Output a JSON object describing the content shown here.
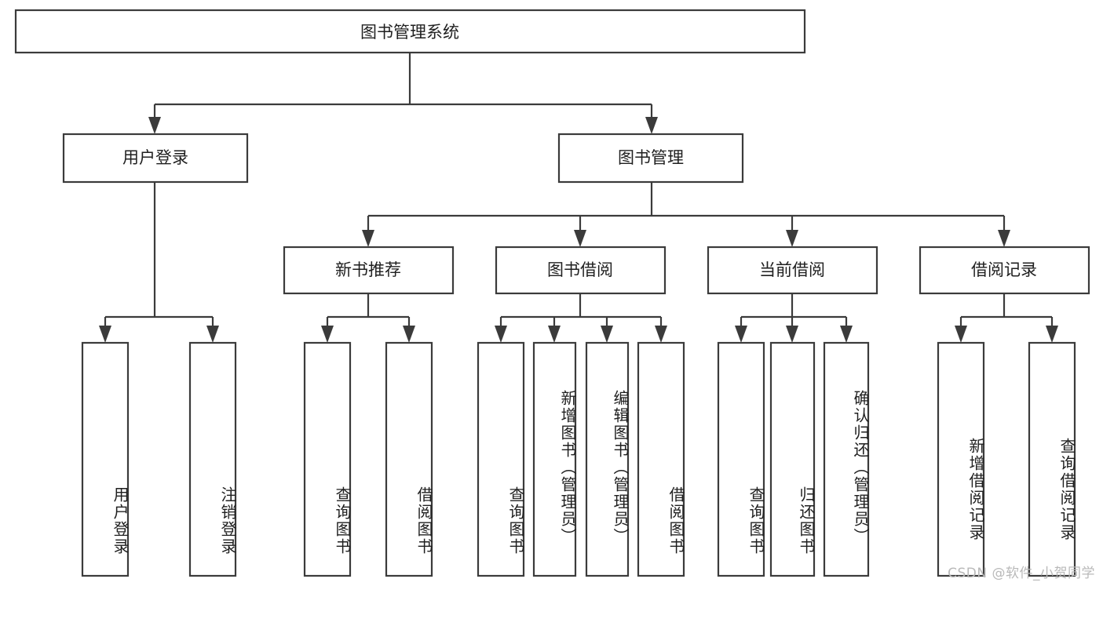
{
  "diagram": {
    "type": "tree-hierarchy",
    "orientation": "top-down",
    "title": "图书管理系统",
    "root": {
      "label": "图书管理系统"
    },
    "level2": [
      {
        "label": "用户登录"
      },
      {
        "label": "图书管理"
      }
    ],
    "level3": [
      {
        "label": "新书推荐"
      },
      {
        "label": "图书借阅"
      },
      {
        "label": "当前借阅"
      },
      {
        "label": "借阅记录"
      }
    ],
    "leaves": {
      "user_login": [
        {
          "label": "用户登录"
        },
        {
          "label": "注销登录"
        }
      ],
      "new_book_recommend": [
        {
          "label": "查询图书"
        },
        {
          "label": "借阅图书"
        }
      ],
      "book_borrow": [
        {
          "label": "查询图书"
        },
        {
          "label": "新增图书（管理员）"
        },
        {
          "label": "编辑图书（管理员）"
        },
        {
          "label": "借阅图书"
        }
      ],
      "current_borrow": [
        {
          "label": "查询图书"
        },
        {
          "label": "归还图书"
        },
        {
          "label": "确认归还（管理员）"
        }
      ],
      "borrow_record": [
        {
          "label": "新增借阅记录"
        },
        {
          "label": "查询借阅记录"
        }
      ]
    }
  },
  "watermark": {
    "text": "CSDN @软件_小贺同学"
  },
  "colors": {
    "stroke": "#3b3b3b",
    "fill": "#ffffff",
    "text": "#1f1f1f",
    "watermark": "#b9b9b9"
  }
}
